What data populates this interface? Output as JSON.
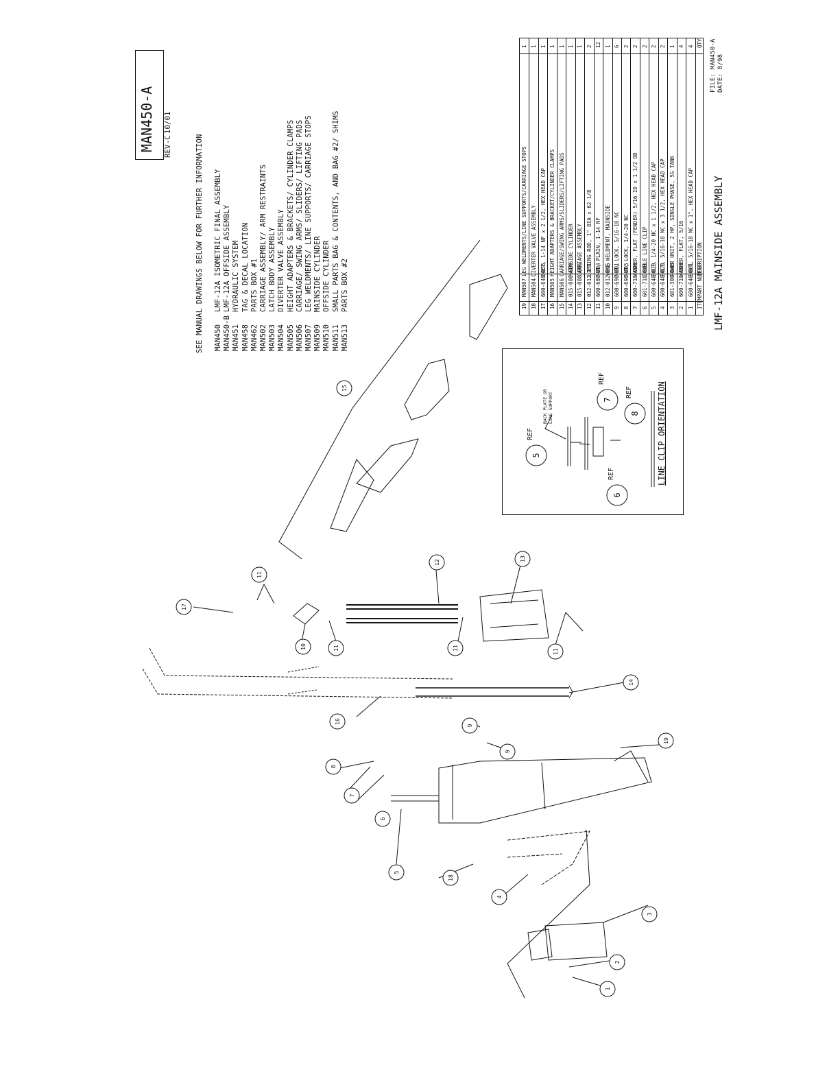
{
  "title_block": {
    "drawing_number": "MAN450-A",
    "revision": "REV-C",
    "revision_date": "10/01",
    "assembly_title": "LMF-12A MAINSIDE ASSEMBLY",
    "file": "FILE: MAN450-A",
    "date": "DATE: 8/98"
  },
  "references": {
    "heading": "SEE MANUAL DRAWINGS BELOW FOR FURTHER INFORMATION",
    "items": [
      {
        "code": "MAN450",
        "desc": "LMF-12A ISOMETRIC FINAL ASSEMBLY"
      },
      {
        "code": "MAN450-B",
        "desc": "LMF-12A OFFSIDE ASSEMBLY"
      },
      {
        "code": "MAN451",
        "desc": "HYDRAULIC SYSTEM"
      },
      {
        "code": "MAN458",
        "desc": "TAG & DECAL LOCATION"
      },
      {
        "code": "MAN462",
        "desc": "PARTS BOX #1"
      },
      {
        "code": "MAN502",
        "desc": "CARRIAGE ASSEMBLY/ ARM RESTRAINTS"
      },
      {
        "code": "MAN503",
        "desc": "LATCH BODY ASSEMBLY"
      },
      {
        "code": "MAN504",
        "desc": "DIVERTER VALVE ASSEMBLY"
      },
      {
        "code": "MAN505",
        "desc": "HEIGHT ADAPTERS & BRACKETS/ CYLINDER CLAMPS"
      },
      {
        "code": "MAN506",
        "desc": "CARRIAGE/ SWING ARMS/ SLIDERS/ LIFTING PADS"
      },
      {
        "code": "MAN507",
        "desc": "LEG WELDMENTS/ LINE SUPPORTS/ CARRIAGE STOPS"
      },
      {
        "code": "MAN509",
        "desc": "MAINSIDE CYLINDER"
      },
      {
        "code": "MAN510",
        "desc": "OFFSIDE CYLINDER"
      },
      {
        "code": "MAN511",
        "desc": "SMALL PARTS BAG & CONTENTS, AND BAG #2/ SHIMS"
      },
      {
        "code": "MAN513",
        "desc": "PARTS BOX #2"
      }
    ]
  },
  "parts_table": {
    "headers": {
      "item": "ITEM",
      "part_number": "PART NUMBER",
      "description": "DESCRIPTION",
      "qty": "QTY"
    },
    "rows": [
      {
        "item": "19",
        "part": "MAN507",
        "desc": "LEG WELDMENTS/LINE SUPPORTS/CARRIAGE STOPS",
        "qty": "1"
      },
      {
        "item": "18",
        "part": "MAN504",
        "desc": "DIVERTER VALVE ASSEMBLY",
        "qty": "1"
      },
      {
        "item": "17",
        "part": "600-640-055",
        "desc": "BOLT, 1-14 NF x 2 1/2, HEX HEAD CAP",
        "qty": "1"
      },
      {
        "item": "16",
        "part": "MAN505",
        "desc": "HEIGHT ADAPTERS & BRACKET/CYLINDER CLAMPS",
        "qty": "1"
      },
      {
        "item": "15",
        "part": "MAN506",
        "desc": "CARRIAGE/SWING ARMS/SLIDERS/LIFTING PADS",
        "qty": "1"
      },
      {
        "item": "14",
        "part": "015-000-009",
        "desc": "MAINSIDE CYLINDER",
        "qty": "1"
      },
      {
        "item": "13",
        "part": "015-000-006",
        "desc": "CARRIAGE ASSEMBLY",
        "qty": "1"
      },
      {
        "item": "12",
        "part": "012-012-131",
        "desc": "LIFTING ROD, 1\" DIA x 62 1/8",
        "qty": "2"
      },
      {
        "item": "11",
        "part": "600-680-004",
        "desc": "NUT, PLAIN, 1-14 NF",
        "qty": "12"
      },
      {
        "item": "10",
        "part": "012-012-016",
        "desc": "YOKE WELDMENT, MAINSIDE",
        "qty": "1"
      },
      {
        "item": "9",
        "part": "600-690-001",
        "desc": "NUT, LOCK, 5/16-18 NC",
        "qty": "6"
      },
      {
        "item": "8",
        "part": "600-690-005",
        "desc": "NUT, LOCK, 1/4-20 NC",
        "qty": "2"
      },
      {
        "item": "7",
        "part": "600-710-006",
        "desc": "WASHER, FLAT (FENDER) 5/16 ID x 1 1/2 OD",
        "qty": "2"
      },
      {
        "item": "6",
        "part": "601-710-001",
        "desc": "DOUBLE LINE CLIP",
        "qty": "2"
      },
      {
        "item": "5",
        "part": "600-640-019",
        "desc": "BOLT, 1/4-20 NC x 1 1/2, HEX HEAD CAP",
        "qty": "2"
      },
      {
        "item": "4",
        "part": "600-640-020",
        "desc": "BOLT, 5/16-18 NC x 3 1/2, HEX HEAD CAP",
        "qty": "2"
      },
      {
        "item": "3",
        "part": "601-300-046",
        "desc": "POWER UNIT, 2 HP, SINGLE PHASE, 5G TANK",
        "qty": "1"
      },
      {
        "item": "2",
        "part": "600-710-003",
        "desc": "WASHER, FLAT, 5/16",
        "qty": "4"
      },
      {
        "item": "1",
        "part": "600-640-001",
        "desc": "BOLT, 5/16-18 NC x 1\", HEX HEAD CAP",
        "qty": "4"
      }
    ]
  },
  "line_clip_detail": {
    "title": "LINE CLIP ORIENTATION",
    "note_line1": "BACK PLATE OR",
    "note_line2": "LINE SUPPORT",
    "ref_label": "REF",
    "balloons": [
      "5",
      "6",
      "7",
      "8"
    ]
  },
  "callouts": [
    "1",
    "2",
    "3",
    "4",
    "5",
    "6",
    "7",
    "8",
    "9",
    "9",
    "10",
    "11",
    "11",
    "11",
    "11",
    "12",
    "13",
    "14",
    "15",
    "16",
    "17",
    "18",
    "19"
  ]
}
